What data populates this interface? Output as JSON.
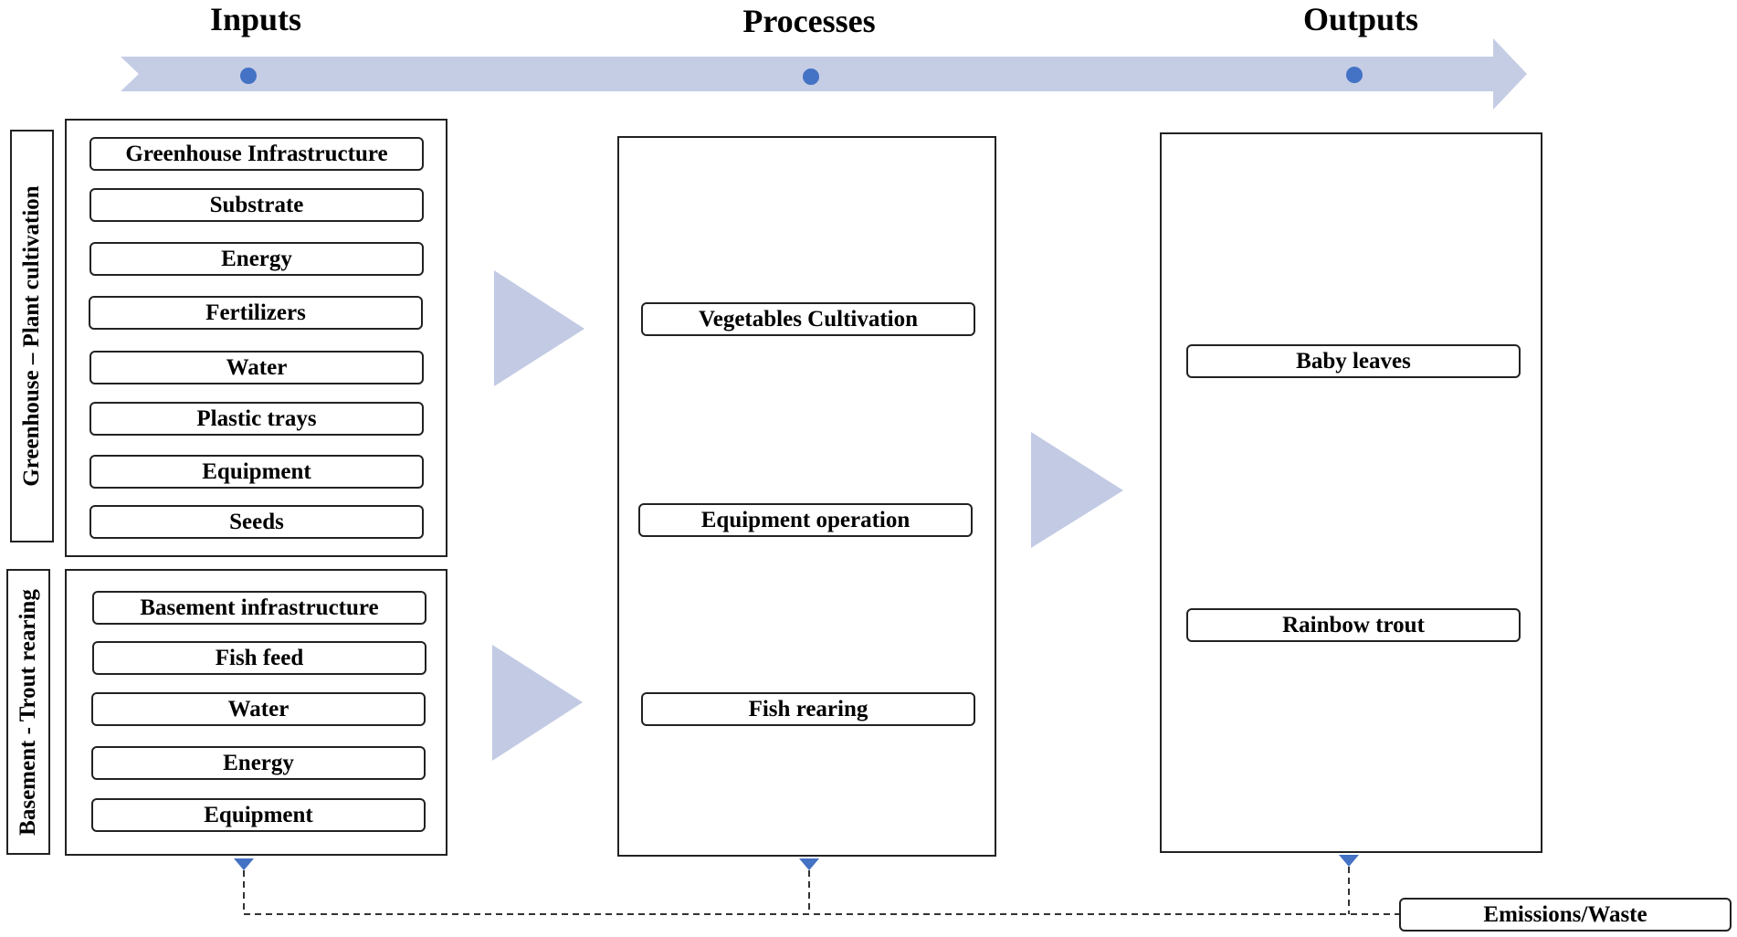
{
  "headers": {
    "inputs": "Inputs",
    "processes": "Processes",
    "outputs": "Outputs"
  },
  "groups": {
    "greenhouse": {
      "label": "Greenhouse – Plant cultivation",
      "items": [
        "Greenhouse Infrastructure",
        "Substrate",
        "Energy",
        "Fertilizers",
        "Water",
        "Plastic trays",
        "Equipment",
        "Seeds"
      ]
    },
    "basement": {
      "label": "Basement - Trout rearing",
      "items": [
        "Basement infrastructure",
        "Fish feed",
        "Water",
        "Energy",
        "Equipment"
      ]
    }
  },
  "processes": [
    "Vegetables Cultivation",
    "Equipment operation",
    "Fish rearing"
  ],
  "outputs": [
    "Baby leaves",
    "Rainbow trout"
  ],
  "emissions_label": "Emissions/Waste",
  "colors": {
    "arrow_fill": "#c5cde5",
    "triangle_fill": "#c2cae4",
    "dot": "#4472c4",
    "stroke": "#222222"
  }
}
